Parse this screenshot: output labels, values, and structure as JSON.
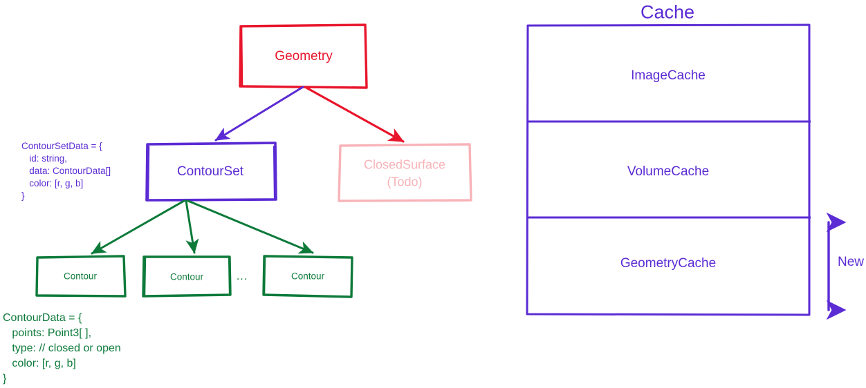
{
  "diagram": {
    "title": "Geometry class hierarchy and Cache layout",
    "colors": {
      "red": "#e8152b",
      "purple": "#5b2bd4",
      "green": "#0d7a3a",
      "pink": "#f8b3b8",
      "background": "#ffffff"
    }
  },
  "left": {
    "nodes": {
      "geometry": {
        "label": "Geometry",
        "color": "#e8152b"
      },
      "contour_set": {
        "label": "ContourSet",
        "color": "#5b2bd4"
      },
      "closed_surface": {
        "label": "ClosedSurface",
        "sublabel": "(Todo)",
        "color": "#f8b3b8"
      },
      "contour_1": {
        "label": "Contour",
        "color": "#0d7a3a"
      },
      "contour_2": {
        "label": "Contour",
        "color": "#0d7a3a"
      },
      "contour_n": {
        "label": "Contour",
        "color": "#0d7a3a"
      },
      "ellipsis": {
        "label": "...",
        "color": "#0d7a3a"
      }
    },
    "annotations": {
      "contour_set_data": "ContourSetData = {\n   id: string,\n   data: ContourData[]\n   color: [r, g, b]\n}",
      "contour_data": "ContourData = {\n   points: Point3[ ],\n   type: // closed or open\n   color: [r, g, b]\n}"
    },
    "edges": [
      {
        "from": "geometry",
        "to": "contour_set",
        "color": "#5b2bd4"
      },
      {
        "from": "geometry",
        "to": "closed_surface",
        "color": "#e8152b"
      },
      {
        "from": "contour_set",
        "to": "contour_1",
        "color": "#0d7a3a"
      },
      {
        "from": "contour_set",
        "to": "contour_2",
        "color": "#0d7a3a"
      },
      {
        "from": "contour_set",
        "to": "contour_n",
        "color": "#0d7a3a"
      }
    ]
  },
  "right": {
    "title": "Cache",
    "rows": [
      {
        "label": "ImageCache"
      },
      {
        "label": "VolumeCache"
      },
      {
        "label": "GeometryCache"
      }
    ],
    "annotation": {
      "label": "New",
      "marks_row": "GeometryCache"
    },
    "color": "#5b2bd4"
  }
}
